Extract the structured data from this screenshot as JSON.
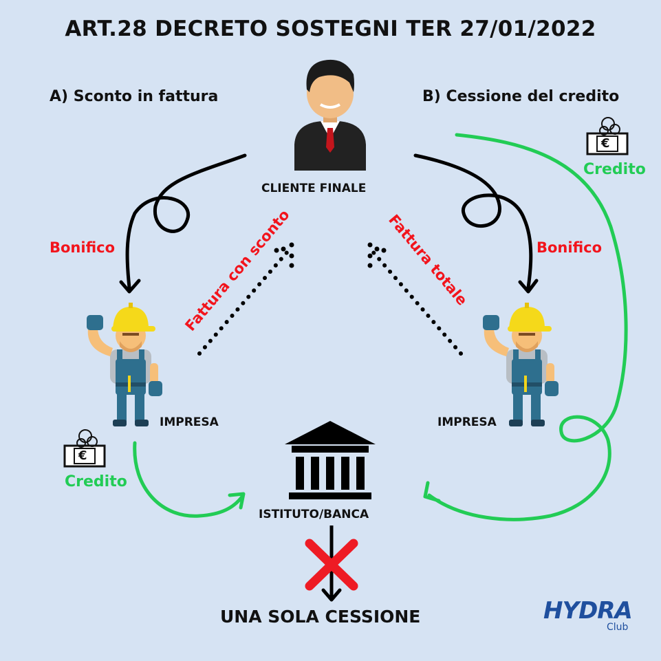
{
  "title": "ART.28 DECRETO SOSTEGNI TER 27/01/2022",
  "option_a": {
    "label": "A) Sconto in fattura"
  },
  "option_b": {
    "label": "B) Cessione del credito"
  },
  "client": {
    "label": "CLIENTE FINALE",
    "icon": "businessman-icon"
  },
  "left": {
    "payment_label": "Bonifico",
    "invoice_label": "Fattura con sconto",
    "company_label": "IMPRESA",
    "credit_label": "Credito",
    "credit_symbol": "€"
  },
  "right": {
    "payment_label": "Bonifico",
    "invoice_label": "Fattura totale",
    "company_label": "IMPRESA",
    "credit_label": "Credito",
    "credit_symbol": "€"
  },
  "bank": {
    "label": "ISTITUTO/BANCA",
    "icon": "bank-building-icon"
  },
  "result": {
    "label": "UNA SOLA CESSIONE",
    "icon": "red-cross-icon"
  },
  "logo": {
    "main": "HYDRA",
    "sub": "Club"
  },
  "colors": {
    "background": "#d6e3f3",
    "payment_red": "#f2141c",
    "credit_green": "#22cc55",
    "arrow_black": "#000000",
    "logo_blue": "#1f4f9e"
  }
}
